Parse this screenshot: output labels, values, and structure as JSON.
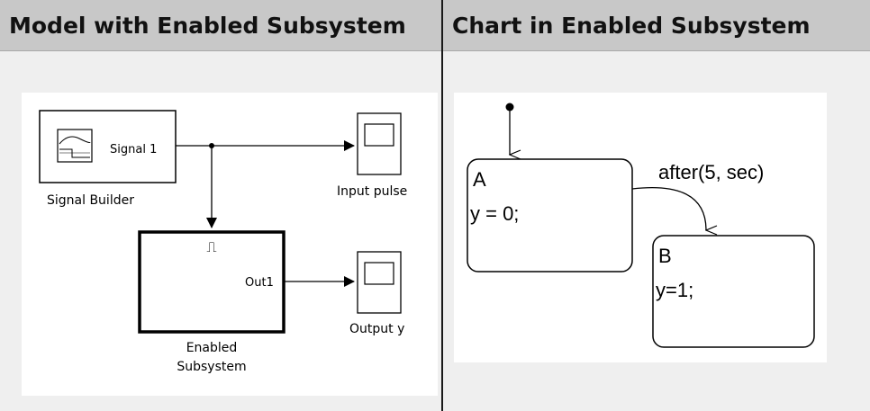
{
  "headers": {
    "left": "Model with Enabled Subsystem",
    "right": "Chart in Enabled Subsystem"
  },
  "model": {
    "signal_builder": {
      "port_label": "Signal 1",
      "caption": "Signal Builder"
    },
    "input_scope": {
      "caption": "Input pulse"
    },
    "enabled_subsystem": {
      "enable_symbol": "⎍",
      "port_label": "Out1",
      "caption_line1": "Enabled",
      "caption_line2": "Subsystem"
    },
    "output_scope": {
      "caption": "Output y"
    }
  },
  "stateflow": {
    "state_a": {
      "name": "A",
      "action": "y = 0;"
    },
    "state_b": {
      "name": "B",
      "action": "y=1;"
    },
    "transition_label": "after(5, sec)"
  },
  "colors": {
    "header_bg": "#c8c8c8",
    "panel_bg": "#efefef",
    "line": "#000000"
  }
}
